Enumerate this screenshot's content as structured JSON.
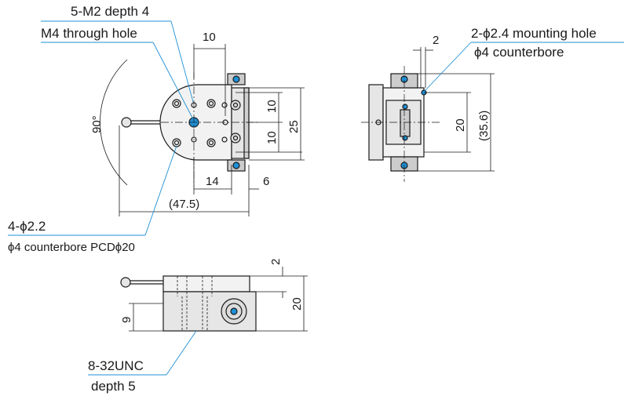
{
  "callouts": {
    "m2_depth": "5-M2 depth 4",
    "m4_through": "M4 through hole",
    "mount_hole": "2-ϕ2.4 mounting hole",
    "mount_cbore": "ϕ4 counterbore",
    "hole_22": "4-ϕ2.2",
    "hole_22_cbore": "ϕ4 counterbore PCDϕ20",
    "unc": "8-32UNC",
    "unc_depth": "depth 5"
  },
  "dimensions": {
    "top_10": "10",
    "right_10a": "10",
    "right_10b": "10",
    "right_25": "25",
    "bottom_14": "14",
    "bottom_6": "6",
    "overall_475": "(47.5)",
    "angle_90": "90°",
    "side_2": "2",
    "side_20": "20",
    "side_356": "(35.6)",
    "front_2": "2",
    "front_20": "20",
    "front_9": "9"
  },
  "colors": {
    "leader": "#1e90d6",
    "line": "#1a1a1a",
    "part_fill": "#e6e6e6"
  }
}
